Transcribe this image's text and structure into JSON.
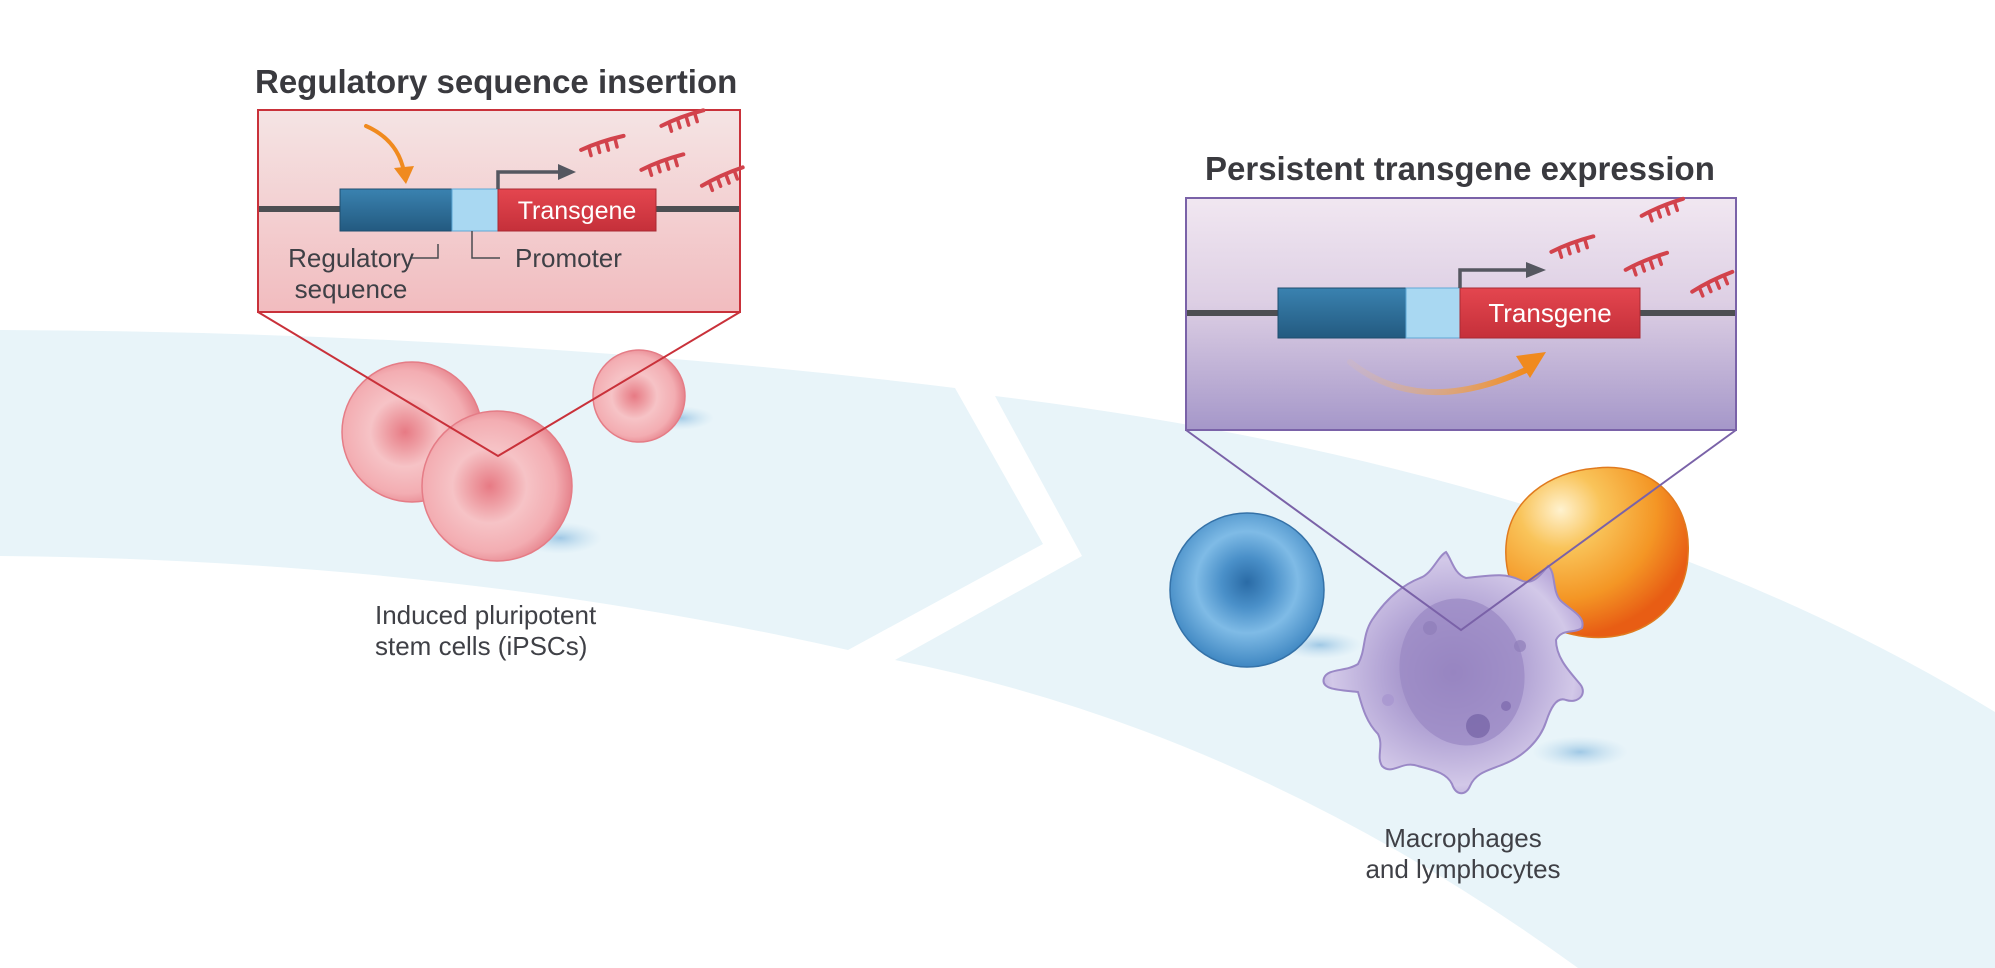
{
  "panels": {
    "left": {
      "title": "Regulatory sequence insertion",
      "gene_label": "Transgene",
      "regulatory_label_line1": "Regulatory",
      "regulatory_label_line2": "sequence",
      "promoter_label": "Promoter"
    },
    "right": {
      "title": "Persistent transgene expression",
      "gene_label": "Transgene"
    }
  },
  "cells": {
    "ipsc_label_line1": "Induced pluripotent",
    "ipsc_label_line2": "stem cells (iPSCs)",
    "immune_label_line1": "Macrophages",
    "immune_label_line2": "and lymphocytes"
  },
  "colors": {
    "left_panel_border": "#c9313a",
    "right_panel_border": "#7a62a8",
    "transgene": "#d93a44",
    "regulatory_sequence": "#2d6e98",
    "promoter": "#a9d8f2",
    "mrna": "#d2434c",
    "arrow_orange": "#f08a1e",
    "background_band": "#e8f4f9"
  },
  "icons": [
    "mrna-transcript-icon",
    "transcription-start-arrow-icon",
    "insertion-arrow-icon",
    "expression-arrow-icon"
  ]
}
